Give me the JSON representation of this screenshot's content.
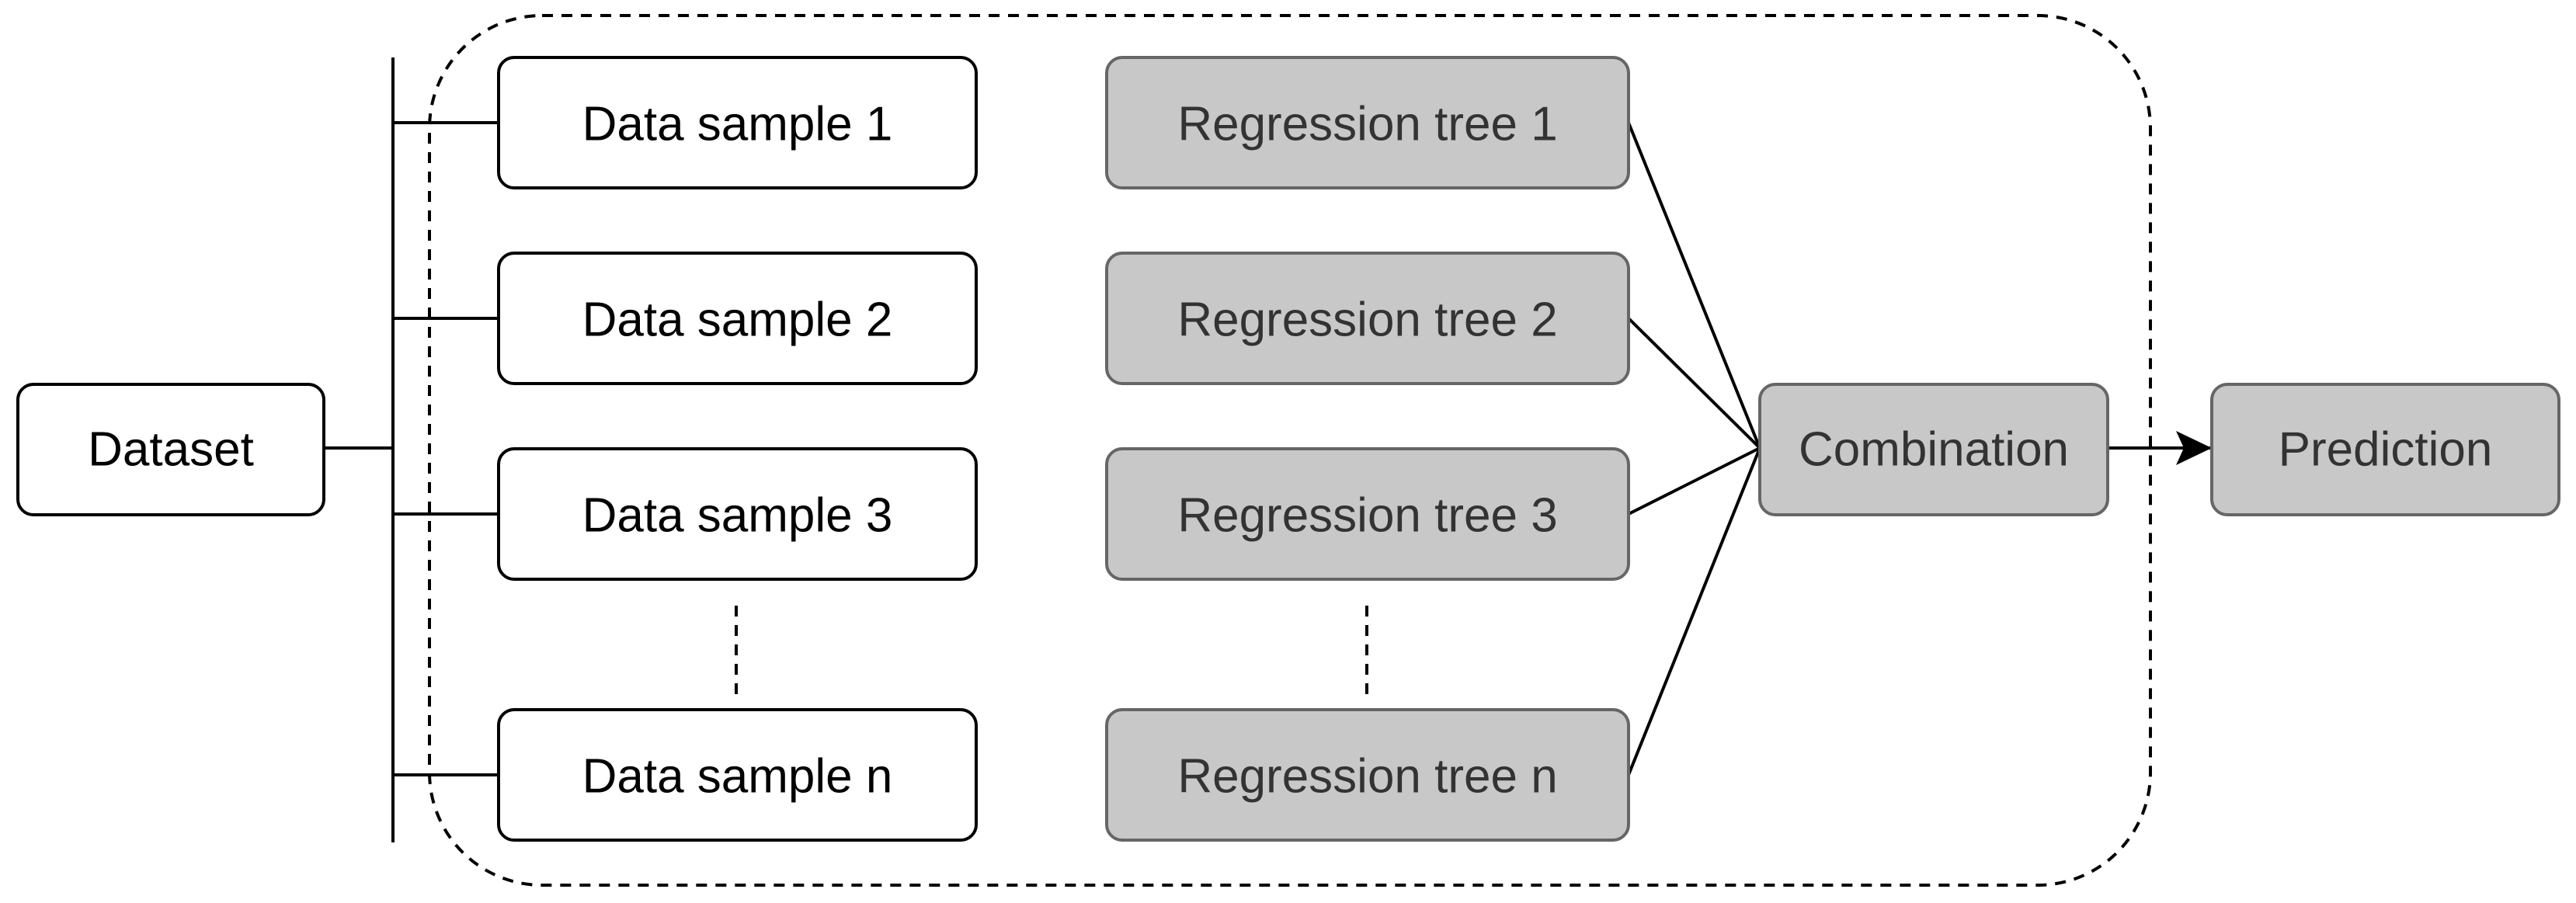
{
  "diagram": {
    "dataset": "Dataset",
    "samples": [
      "Data sample 1",
      "Data sample 2",
      "Data sample 3",
      "Data sample n"
    ],
    "trees": [
      "Regression tree 1",
      "Regression tree 2",
      "Regression tree 3",
      "Regression tree n"
    ],
    "combination": "Combination",
    "prediction": "Prediction"
  },
  "colors": {
    "white_box_fill": "#ffffff",
    "white_box_stroke": "#000000",
    "gray_box_fill": "#c8c8c8",
    "gray_box_stroke": "#666666",
    "gray_text": "#333333",
    "line": "#000000"
  }
}
